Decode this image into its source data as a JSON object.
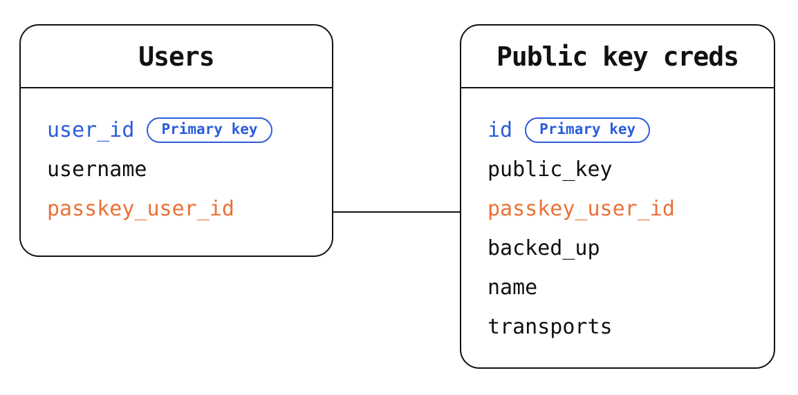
{
  "colors": {
    "ink": "#111111",
    "primary_key_blue": "#2b5cd9",
    "foreign_key_orange": "#ea7137",
    "background": "#ffffff"
  },
  "tables": [
    {
      "title": "Users",
      "fields": [
        {
          "name": "user_id",
          "emphasis": "blue",
          "badge": "Primary key"
        },
        {
          "name": "username",
          "emphasis": "none"
        },
        {
          "name": "passkey_user_id",
          "emphasis": "orange"
        }
      ]
    },
    {
      "title": "Public key creds",
      "fields": [
        {
          "name": "id",
          "emphasis": "blue",
          "badge": "Primary key"
        },
        {
          "name": "public_key",
          "emphasis": "none"
        },
        {
          "name": "passkey_user_id",
          "emphasis": "orange"
        },
        {
          "name": "backed_up",
          "emphasis": "none"
        },
        {
          "name": "name",
          "emphasis": "none"
        },
        {
          "name": "transports",
          "emphasis": "none"
        }
      ]
    }
  ],
  "relationship": {
    "from": "Users.passkey_user_id",
    "to": "Public key creds.passkey_user_id"
  }
}
